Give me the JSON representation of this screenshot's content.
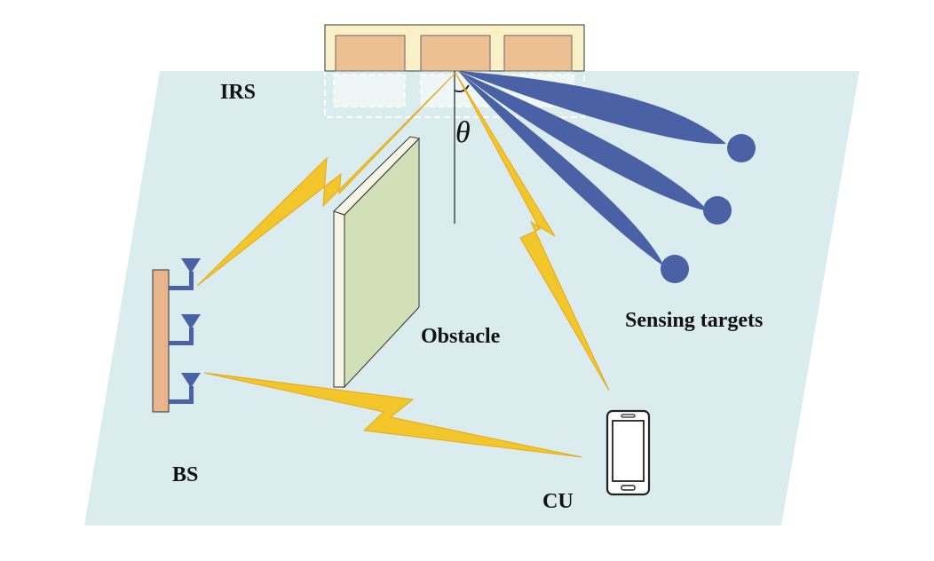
{
  "labels": {
    "irs": "IRS",
    "theta": "θ",
    "obstacle": "Obstacle",
    "sensing_targets": "Sensing targets",
    "bs": "BS",
    "cu": "CU"
  },
  "colors": {
    "ground_plane": "#dbecee",
    "irs_frame": "#fbf1c9",
    "irs_element": "#edc094",
    "irs_reflection": "#eef6f6",
    "beam": "#4a62a5",
    "link": "#f3c62c",
    "link_edge": "#e3a91a",
    "obstacle_face": "#d2e0b7",
    "obstacle_edge": "#f6f6e4",
    "bs_panel": "#e9b58d",
    "antenna": "#4a62a5",
    "phone": "#ffffff",
    "outline": "#222222"
  },
  "icons": {
    "antenna": "antenna-icon",
    "phone": "smartphone-icon",
    "target": "target-dot-icon"
  },
  "structure": {
    "irs_elements": 3,
    "bs_antennas": 3,
    "sensing_targets": 3
  }
}
